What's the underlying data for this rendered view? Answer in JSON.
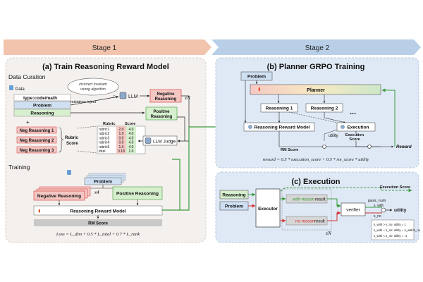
{
  "stages": {
    "stage1": "Stage 1",
    "stage2": "Stage 2"
  },
  "panel_a": {
    "title": "(a) Train Reasoning Reward Model",
    "data_curation": "Data Curation",
    "data_label": "Data",
    "type_label": "type:code/math",
    "problem": "Problem",
    "reasoning": "Reasoning",
    "bubble_line1": "incorrect invariant",
    "bubble_line2": "wrong algorithm",
    "llm": "LLM",
    "mistakes_inject": "mistakes inject",
    "negative_reasoning_line1": "Negative",
    "negative_reasoning_line2": "Reasoning",
    "positive_reasoning_line1": "Positive",
    "positive_reasoning_line2": "Reasoning",
    "xN": "xN",
    "neg_reasoning_1": "Neg Reasoning 1",
    "neg_reasoning_2": "Neg Reasoning 2",
    "neg_reasoning_3": "Neg Reasoning 3",
    "rubric_score_line1": "Rubric",
    "rubric_score_line2": "Score",
    "rubric_header": "Rubric",
    "score_header": "Score",
    "rubric_rows": [
      {
        "name": "rubric1",
        "neg": "2.0",
        "pos": "4.0"
      },
      {
        "name": "rubric2",
        "neg": "1.0",
        "pos": "4.0"
      },
      {
        "name": "rubric3",
        "neg": "0.0",
        "pos": "4.0"
      },
      {
        "name": "rubric4",
        "neg": "0.0",
        "pos": "4.0"
      },
      {
        "name": "rubric5",
        "neg": "1.0",
        "pos": "4.0"
      },
      {
        "name": "total",
        "neg": "0.18",
        "pos": "1.0"
      }
    ],
    "llm_judge": "LLM Judge",
    "training": "Training",
    "train_problem": "Problem",
    "train_negative": "Negative Reasoning",
    "x4": "x4",
    "train_positive": "Positive Reasoning",
    "rrm": "Reasoning Reward Model",
    "rm_score": "RM Score",
    "loss": "Loss = L_dim + 0.5 * L_total + 0.7 * L_rank"
  },
  "panel_b": {
    "title": "(b) Planner GRPO Training",
    "problem": "Problem",
    "planner": "Planner",
    "reasoning1": "Reasoning 1",
    "reasoning2": "Reasoning 2",
    "dots": "...",
    "rrm": "Reasoning Reward Model",
    "execution": "Execution",
    "utility": "utility",
    "execution_score_line1": "Execution",
    "execution_score_line2": "Score",
    "rm_score": "RM Score",
    "reward": "Reward",
    "formula": "reward = 0.5 * execution_score + 0.5 * rm_score * utility"
  },
  "panel_c": {
    "title": "(c) Execution",
    "reasoning": "Reasoning",
    "problem": "Problem",
    "executor": "Executor",
    "with_reason": "with-reason",
    "result1": "result",
    "no_reason": "no-reason",
    "result2": "result",
    "xN": "xN",
    "verifier": "verifier",
    "pass_num": "pass_num",
    "s_with": "s_with",
    "s_no": "s_no",
    "execution_score": "Execution Score",
    "utility": "utility",
    "rules": [
      "s_with > s_no: utility = 1",
      "s_with = s_no: utility = s_with/s_no",
      "s_with < s_no: utility = -1"
    ]
  },
  "colors": {
    "stage1": "#f2c4ae",
    "stage2": "#b9cfe8",
    "panel_a_bg": "#f4f0ee",
    "panel_bc_bg": "#dfe9f5",
    "green_fill": "#d6efce",
    "red_fill": "#f4c7c3",
    "blue_fill": "#cfe0f2",
    "accent_green": "#3a9b3a",
    "accent_red": "#d62f2f"
  }
}
